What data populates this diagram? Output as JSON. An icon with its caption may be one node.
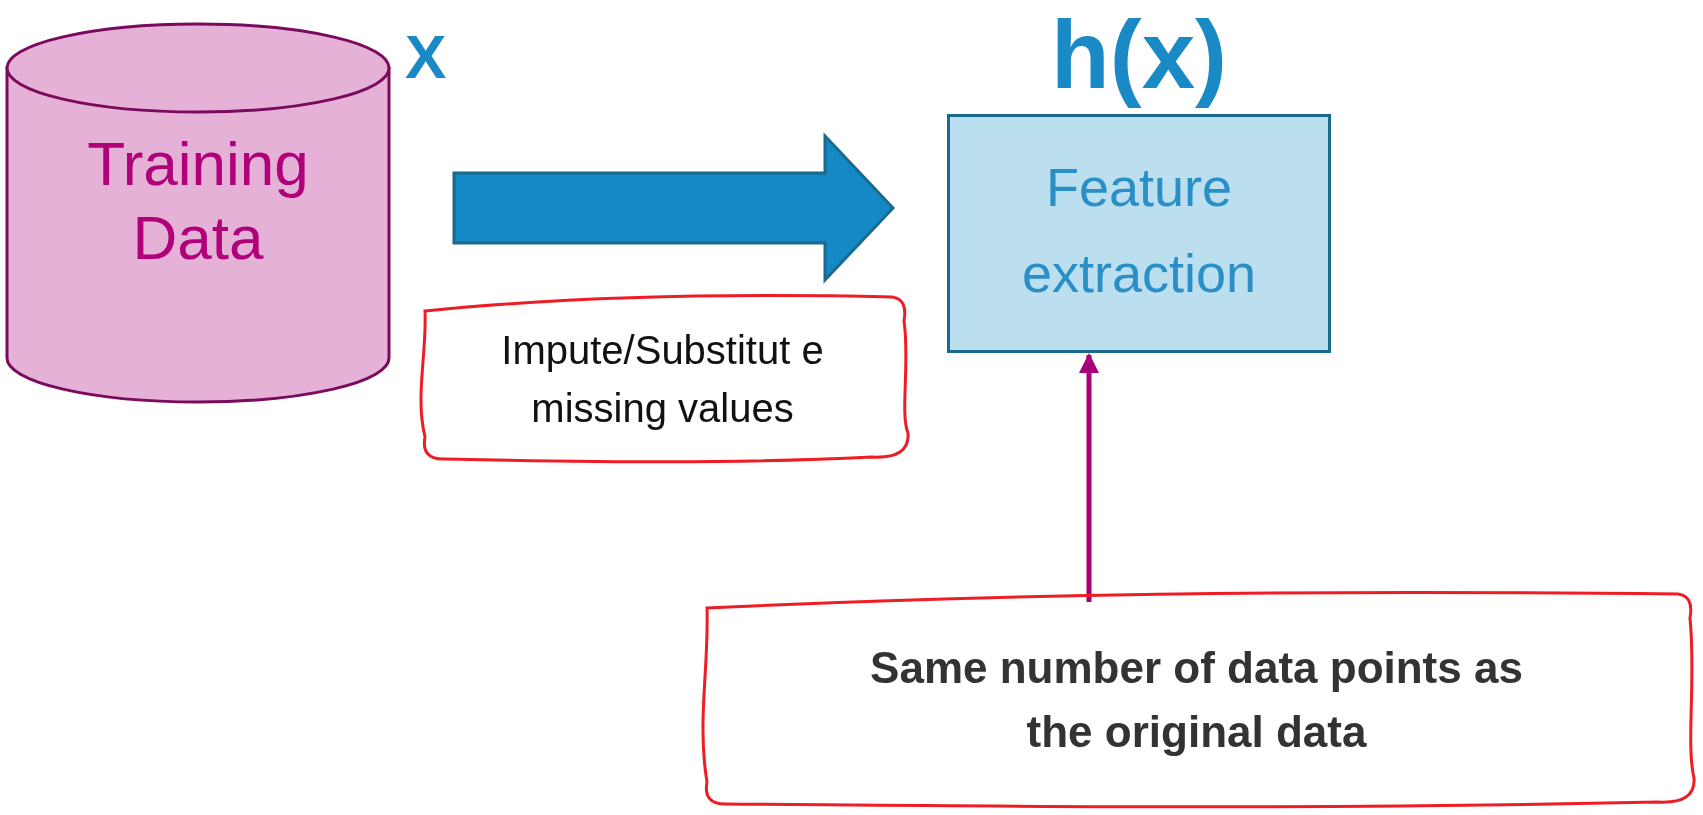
{
  "diagram": {
    "nodes": [
      {
        "text": [
          "Training Data"
        ],
        "beside": [
          "X"
        ]
      },
      {
        "text": [
          "h(x)",
          "Feature extraction"
        ]
      },
      {
        "text": [
          "Impute/Substitut e missing values"
        ]
      },
      {
        "text": [
          "Same number of data points as the original data"
        ]
      }
    ],
    "edges": [
      {
        "from": 0,
        "to": 1,
        "arrow": "to",
        "style": "thick",
        "color": "#1489c6"
      },
      {
        "from": 3,
        "to": 1,
        "arrow": "to",
        "color": "#a8007a"
      }
    ]
  }
}
